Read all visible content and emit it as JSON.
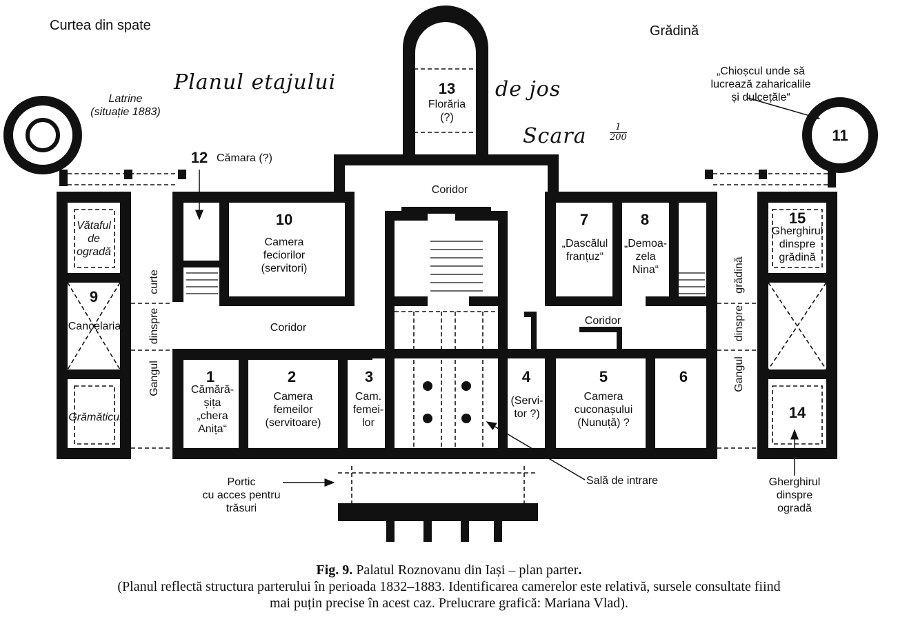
{
  "corners": {
    "top_left": "Curtea din spate",
    "top_right": "Grădină"
  },
  "title_script": {
    "line1_a": "Planul etajului",
    "line1_b": "de jos",
    "scale_word": "Scara",
    "scale_num": "1",
    "scale_den": "200"
  },
  "rooms": {
    "r1": {
      "num": "1",
      "label": "Cămără-\nșița\n„chera\nAnița“"
    },
    "r2": {
      "num": "2",
      "label": "Camera\nfemeilor\n(servitoare)"
    },
    "r3": {
      "num": "3",
      "label": "Cam.\nfemei-\nlor"
    },
    "r4": {
      "num": "4",
      "label": "(Servi-\ntor ?)"
    },
    "r5": {
      "num": "5",
      "label": "Camera\ncuconașului\n(Nunuță) ?"
    },
    "r6": {
      "num": "6"
    },
    "r7": {
      "num": "7",
      "label": "„Dascălul\nfranțuz“"
    },
    "r8": {
      "num": "8",
      "label": "„Demoa-\nzela\nNina“"
    },
    "r9": {
      "num": "9",
      "label": "Cancelaria"
    },
    "r10": {
      "num": "10",
      "label": "Camera\nfeciorilor\n(servitori)"
    },
    "r11": {
      "num": "11"
    },
    "r12": {
      "num": "12",
      "label": "Cămara (?)"
    },
    "r13": {
      "num": "13",
      "label": "Florăria\n(?)"
    },
    "r14": {
      "num": "14"
    },
    "r15": {
      "num": "15",
      "label": "Gherghirul\ndinspre\ngrădină"
    }
  },
  "labels": {
    "latrine": "Latrine\n(situație 1883)",
    "chiosc": "„Chioșcul unde să\nlucrează zaharicalile\nși dulcețăle“",
    "vataf": "Vătaful\nde\nogradă",
    "gramatic": "Grămăticul",
    "coridor_top": "Coridor",
    "coridor_left": "Coridor",
    "coridor_right": "Coridor",
    "gang_left": [
      "Gangul",
      "dinspre",
      "curte"
    ],
    "gang_right": [
      "Gangul",
      "dinspre",
      "grădină"
    ],
    "portic": "Portic\ncu acces pentru\ntrăsuri",
    "sala": "Sală de intrare",
    "gherghir_ograda": "Gherghirul\ndinspre\nogradă"
  },
  "caption": {
    "fig": "Fig. 9.",
    "title": " Palatul Roznovanu din Iași – plan parter",
    "dot": ".",
    "note_line1": "(Planul reflectă structura parterului în perioada 1832–1883. Identificarea camerelor este relativă, sursele consultate fiind",
    "note_line2": "mai puțin precise în acest caz. Prelucrare grafică: Mariana Vlad)."
  }
}
